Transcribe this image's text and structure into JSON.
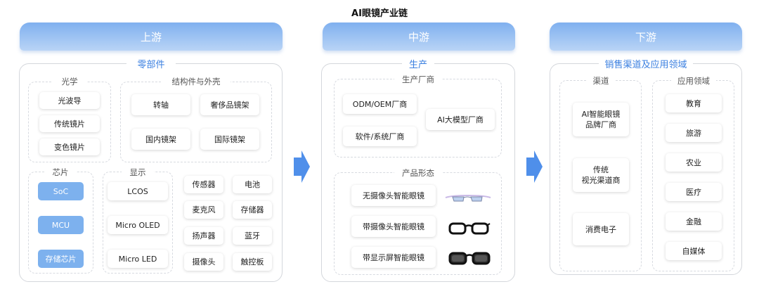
{
  "title": "AI眼镜产业链",
  "stages": {
    "upstream": {
      "tab": "上游",
      "section": "零部件",
      "optics": {
        "label": "光学",
        "items": [
          "光波导",
          "传统镜片",
          "变色镜片"
        ]
      },
      "structure": {
        "label": "结构件与外壳",
        "items": [
          "转轴",
          "奢侈品镜架",
          "国内镜架",
          "国际镜架"
        ]
      },
      "chips": {
        "label": "芯片",
        "items": [
          "SoC",
          "MCU",
          "存储芯片"
        ]
      },
      "display": {
        "label": "显示",
        "items": [
          "LCOS",
          "Micro OLED",
          "Micro LED"
        ]
      },
      "others": [
        "传感器",
        "电池",
        "麦克风",
        "存储器",
        "扬声器",
        "蓝牙",
        "摄像头",
        "触控板"
      ]
    },
    "midstream": {
      "tab": "中游",
      "section": "生产",
      "makers": {
        "label": "生产厂商",
        "items": [
          "ODM/OEM厂商",
          "软件/系统厂商",
          "AI大模型厂商"
        ]
      },
      "forms": {
        "label": "产品形态",
        "items": [
          "无摄像头智能眼镜",
          "带摄像头智能眼镜",
          "带显示屏智能眼镜"
        ]
      }
    },
    "downstream": {
      "tab": "下游",
      "section": "销售渠道及应用领域",
      "channels": {
        "label": "渠道",
        "items": [
          "AI智能眼镜\n品牌厂商",
          "传统\n视光渠道商",
          "消费电子"
        ]
      },
      "applications": {
        "label": "应用领域",
        "items": [
          "教育",
          "旅游",
          "农业",
          "医疗",
          "金融",
          "自媒体"
        ]
      }
    }
  },
  "colors": {
    "accent": "#3a7fe0",
    "tab": "#7fb0ef",
    "chip_card": "#7db1ee",
    "arrow": "#4f8fea",
    "border": "#d4d7dc"
  },
  "icons": [
    "arrow-right-icon",
    "glasses-icon"
  ]
}
